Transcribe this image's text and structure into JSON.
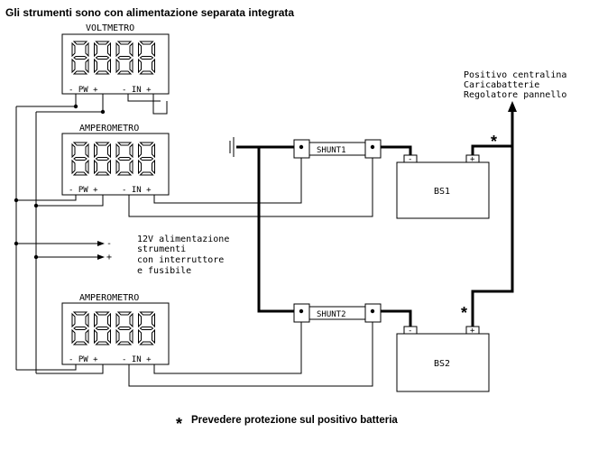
{
  "title": "Gli strumenti sono con alimentazione separata integrata",
  "meters": [
    {
      "label": "VOLTMETRO",
      "pw_label": "- PW +",
      "in_label": "- IN +"
    },
    {
      "label": "AMPEROMETRO",
      "pw_label": "- PW +",
      "in_label": "- IN +"
    },
    {
      "label": "AMPEROMETRO",
      "pw_label": "- PW +",
      "in_label": "- IN +"
    }
  ],
  "shunts": [
    {
      "label": "SHUNT1"
    },
    {
      "label": "SHUNT2"
    }
  ],
  "batteries": [
    {
      "label": "BS1",
      "neg": "-",
      "pos": "+"
    },
    {
      "label": "BS2",
      "neg": "-",
      "pos": "+"
    }
  ],
  "supply": {
    "lines": [
      "12V alimentazione",
      "strumenti",
      "con interruttore",
      "e fusibile"
    ],
    "neg_sign": "-",
    "pos_sign": "+"
  },
  "output": {
    "lines": [
      "Positivo centralina",
      "Caricabatterie",
      "Regolatore pannello"
    ]
  },
  "star_symbol": "*",
  "footnote": {
    "star": "*",
    "text": "Prevedere protezione sul positivo batteria"
  }
}
